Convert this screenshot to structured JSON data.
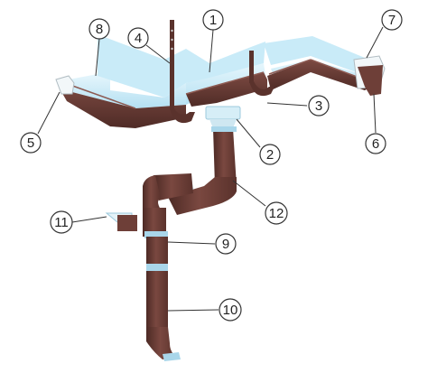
{
  "colors": {
    "brown": "#6e3f38",
    "brown_dark": "#4d2a25",
    "brown_light": "#8a5149",
    "water": "#bfe6f5",
    "water_light": "#e2f4fb",
    "gasket": "#a9d6ea",
    "callout_line": "#333333",
    "callout_circle_fill": "#ffffff"
  },
  "callouts": [
    {
      "label": "1"
    },
    {
      "label": "2"
    },
    {
      "label": "3"
    },
    {
      "label": "4"
    },
    {
      "label": "5"
    },
    {
      "label": "6"
    },
    {
      "label": "7"
    },
    {
      "label": "8"
    },
    {
      "label": "9"
    },
    {
      "label": "10"
    },
    {
      "label": "11"
    },
    {
      "label": "12"
    }
  ]
}
